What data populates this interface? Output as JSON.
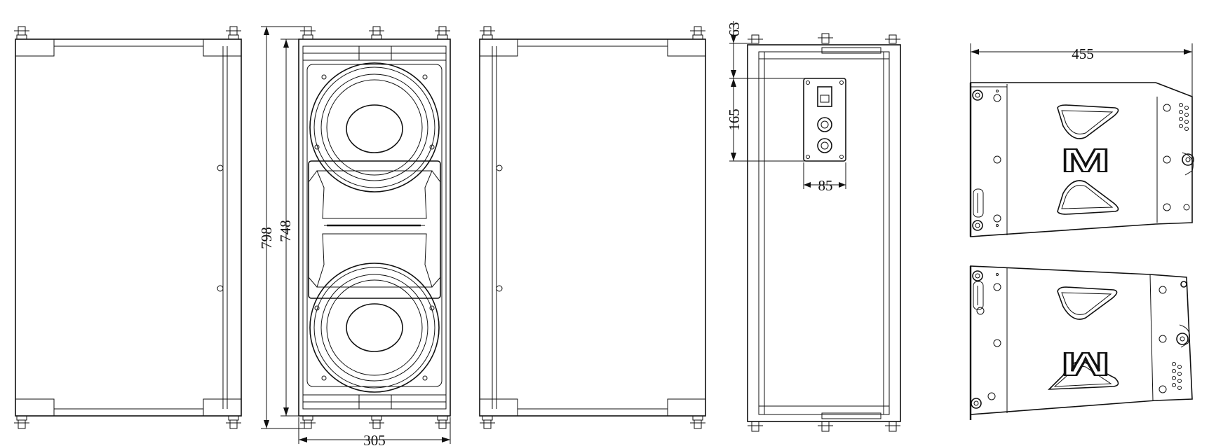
{
  "dimensions": {
    "height_total": "798",
    "height_cabinet": "748",
    "width_front": "305",
    "panel_offset": "63",
    "panel_height": "165",
    "panel_width": "85",
    "depth": "455"
  },
  "logo_text": "M",
  "views": [
    "side-view-left",
    "front-view",
    "side-view-right",
    "rear-view",
    "top-view",
    "bottom-view"
  ]
}
